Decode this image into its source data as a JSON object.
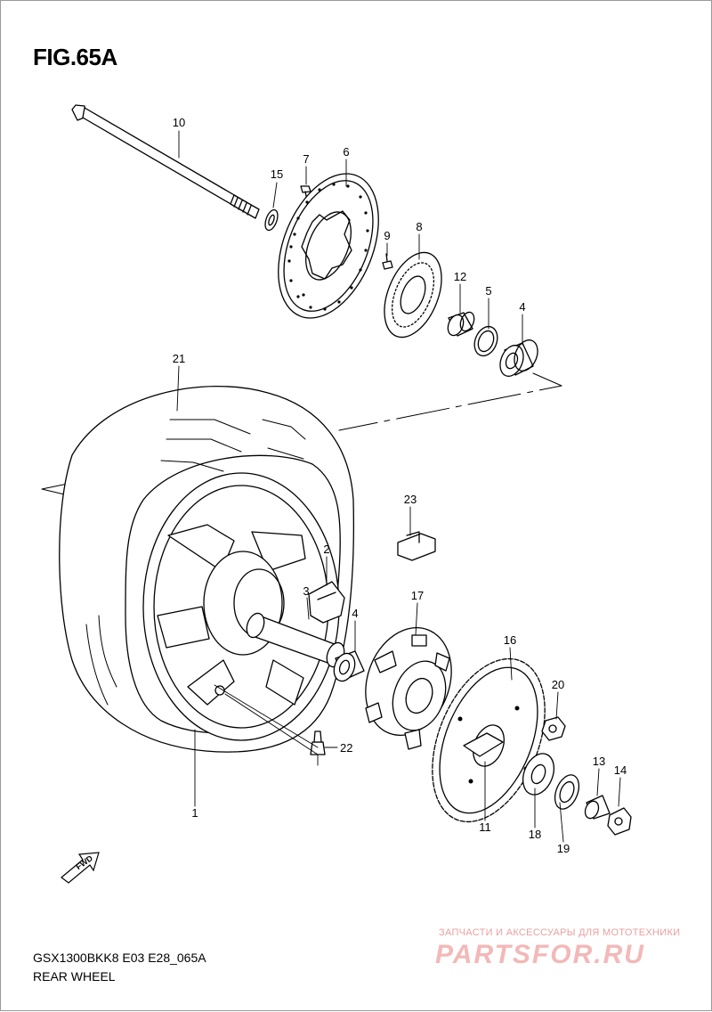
{
  "figure": {
    "title": "FIG.65A"
  },
  "footer": {
    "model_code": "GSX1300BKK8 E03 E28_065A",
    "section_name": "REAR WHEEL"
  },
  "watermark": {
    "tagline": "ЗАПЧАСТИ И АКСЕССУАРЫ ДЛЯ МОТОТЕХНИКИ",
    "logo": "PARTSFOR.RU"
  },
  "direction_label": "FWD",
  "callouts": {
    "c1": "1",
    "c2": "2",
    "c3": "3",
    "c4a": "4",
    "c4b": "4",
    "c5": "5",
    "c6": "6",
    "c7": "7",
    "c8": "8",
    "c9": "9",
    "c10": "10",
    "c11": "11",
    "c12": "12",
    "c13": "13",
    "c14": "14",
    "c15": "15",
    "c16": "16",
    "c17": "17",
    "c18": "18",
    "c19": "19",
    "c20": "20",
    "c21": "21",
    "c22": "22",
    "c23": "23"
  }
}
